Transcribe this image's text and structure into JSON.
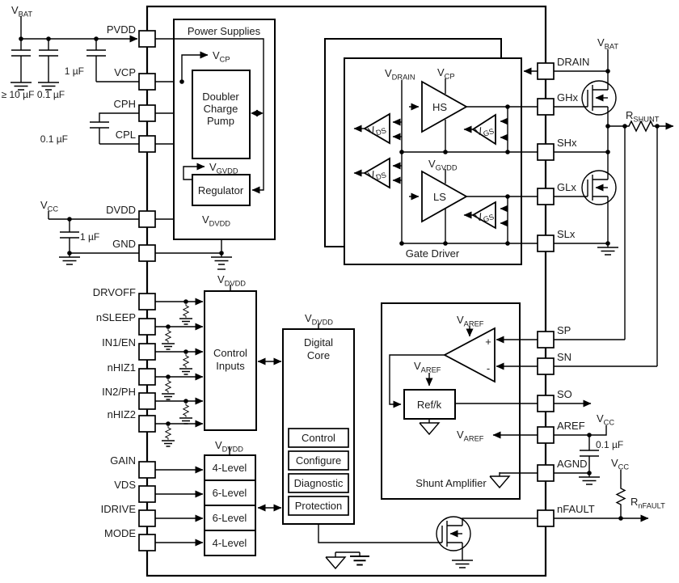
{
  "pins": {
    "left": [
      "PVDD",
      "VCP",
      "CPH",
      "CPL",
      "DVDD",
      "GND",
      "DRVOFF",
      "nSLEEP",
      "IN1/EN",
      "nHIZ1",
      "IN2/PH",
      "nHIZ2",
      "GAIN",
      "VDS",
      "IDRIVE",
      "MODE"
    ],
    "right": [
      "DRAIN",
      "GHx",
      "SHx",
      "GLx",
      "SLx",
      "SP",
      "SN",
      "SO",
      "AREF",
      "AGND",
      "nFAULT"
    ]
  },
  "blocks": {
    "power_supplies": "Power Supplies",
    "doubler": [
      "Doubler",
      "Charge",
      "Pump"
    ],
    "regulator": "Regulator",
    "gate_driver": "Gate Driver",
    "hs": "HS",
    "ls": "LS",
    "control_inputs": [
      "Control",
      "Inputs"
    ],
    "digital_core": [
      "Digital",
      "Core"
    ],
    "core_functions": [
      "Control",
      "Configure",
      "Diagnostic",
      "Protection"
    ],
    "level_inputs": [
      "4-Level",
      "6-Level",
      "6-Level",
      "4-Level"
    ],
    "shunt_amplifier": "Shunt Amplifier",
    "refk": "Ref/k"
  },
  "nets": {
    "vbat": {
      "base": "V",
      "sub": "BAT"
    },
    "vcc": {
      "base": "V",
      "sub": "CC"
    },
    "vcp": {
      "base": "V",
      "sub": "CP"
    },
    "vgvdd": {
      "base": "V",
      "sub": "GVDD"
    },
    "vdvdd": {
      "base": "V",
      "sub": "DVDD"
    },
    "vdrain": {
      "base": "V",
      "sub": "DRAIN"
    },
    "vds": {
      "base": "V",
      "sub": "DS"
    },
    "vgs": {
      "base": "V",
      "sub": "GS"
    },
    "varef": {
      "base": "V",
      "sub": "AREF"
    },
    "rshunt": {
      "base": "R",
      "sub": "SHUNT"
    },
    "rnfault": {
      "base": "R",
      "sub": "nFAULT"
    }
  },
  "components": {
    "cap_bulk": "≥ 10 µF",
    "cap_100n": "0.1 µF",
    "cap_1u": "1 µF",
    "opamp_plus": "+",
    "opamp_minus": "-"
  }
}
